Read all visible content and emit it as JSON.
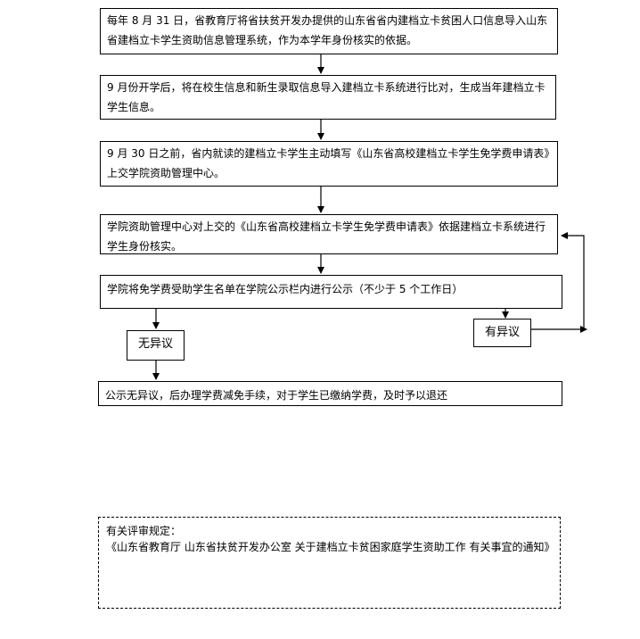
{
  "flow": {
    "step1": "每年 8 月 31 日，省教育厅将省扶贫开发办提供的山东省省内建档立卡贫困人口信息导入山东省建档立卡学生资助信息管理系统，作为本学年身份核实的依据。",
    "step2": "9 月份开学后，将在校生信息和新生录取信息导入建档立卡系统进行比对，生成当年建档立卡学生信息。",
    "step3": "9 月 30 日之前，省内就读的建档立卡学生主动填写《山东省高校建档立卡学生免学费申请表》上交学院资助管理中心。",
    "step4": "学院资助管理中心对上交的《山东省高校建档立卡学生免学费申请表》依据建档立卡系统进行学生身份核实。",
    "step5": "学院将免学费受助学生名单在学院公示栏内进行公示（不少于 5 个工作日）",
    "no_objection": "无异议",
    "objection": "有异议",
    "step6": "公示无异议，后办理学费减免手续，对于学生已缴纳学费，及时予以退还"
  },
  "regulation": {
    "heading": "有关评审规定：",
    "text": "《山东省教育厅  山东省扶贫开发办公室  关于建档立卡贫困家庭学生资助工作  有关事宜的通知》"
  },
  "colors": {
    "line": "#000000",
    "background": "#ffffff"
  }
}
